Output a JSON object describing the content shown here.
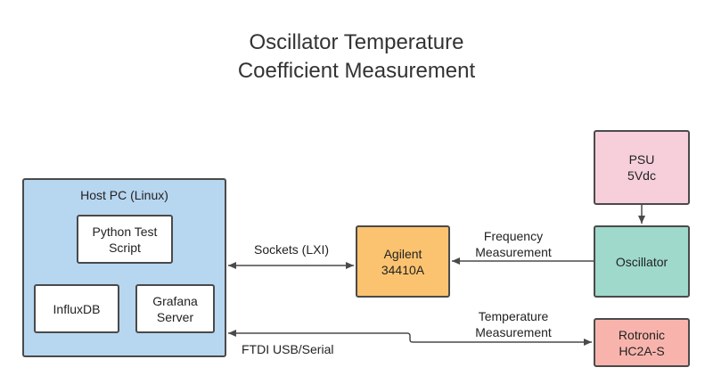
{
  "title": {
    "line1": "Oscillator Temperature",
    "line2": "Coefficient Measurement"
  },
  "nodes": {
    "host_pc": {
      "label": "Host PC (Linux)"
    },
    "python_script": {
      "line1": "Python Test",
      "line2": "Script"
    },
    "influxdb": {
      "label": "InfluxDB"
    },
    "grafana": {
      "line1": "Grafana",
      "line2": "Server"
    },
    "agilent": {
      "line1": "Agilent",
      "line2": "34410A"
    },
    "psu": {
      "line1": "PSU",
      "line2": "5Vdc"
    },
    "oscillator": {
      "label": "Oscillator"
    },
    "rotronic": {
      "line1": "Rotronic",
      "line2": "HC2A-S"
    }
  },
  "edges": {
    "sockets": "Sockets (LXI)",
    "frequency": {
      "line1": "Frequency",
      "line2": "Measurement"
    },
    "temperature": {
      "line1": "Temperature",
      "line2": "Measurement"
    },
    "ftdi": "FTDI USB/Serial"
  },
  "colors": {
    "host_pc": "#b7d6f0",
    "agilent": "#fbc36f",
    "psu": "#f6cfdb",
    "oscillator": "#9ed9cb",
    "rotronic": "#f8b4ac",
    "inner": "#ffffff",
    "connector": "#4a4a4a"
  }
}
